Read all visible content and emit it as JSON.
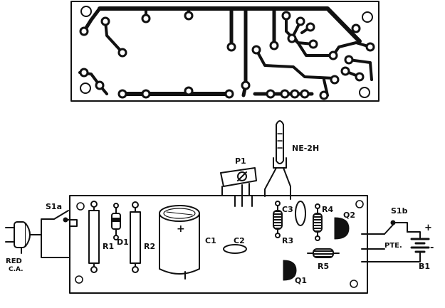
{
  "labels": {
    "s1a": "S1a",
    "s1b": "S1b",
    "p1": "P1",
    "ne2h": "NE-2H",
    "r1": "R1",
    "d1": "D1",
    "r2": "R2",
    "c1": "C1",
    "c2": "C2",
    "c3": "C3",
    "r3": "R3",
    "r4": "R4",
    "q1": "Q1",
    "q2": "Q2",
    "r5": "R5",
    "pte": "PTE.",
    "b1": "B1",
    "red": "RED",
    "ca": "C.A.",
    "plus_c1": "+",
    "plus_batt": "+",
    "minus_batt": "-"
  },
  "colors": {
    "ink": "#111111",
    "paper": "#ffffff"
  }
}
